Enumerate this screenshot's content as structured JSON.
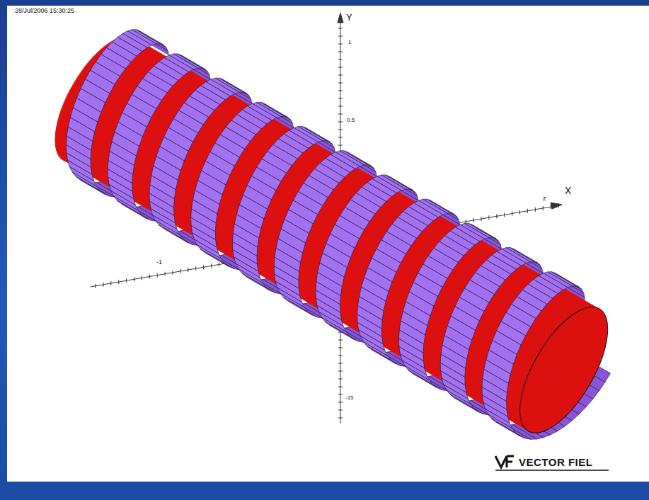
{
  "diagram": {
    "labels": [
      "28/Jul/2006 15:30:25",
      "Y",
      "1",
      "0.5",
      "z",
      "X",
      "-1",
      "-15",
      "VECTOR FIEL"
    ]
  }
}
